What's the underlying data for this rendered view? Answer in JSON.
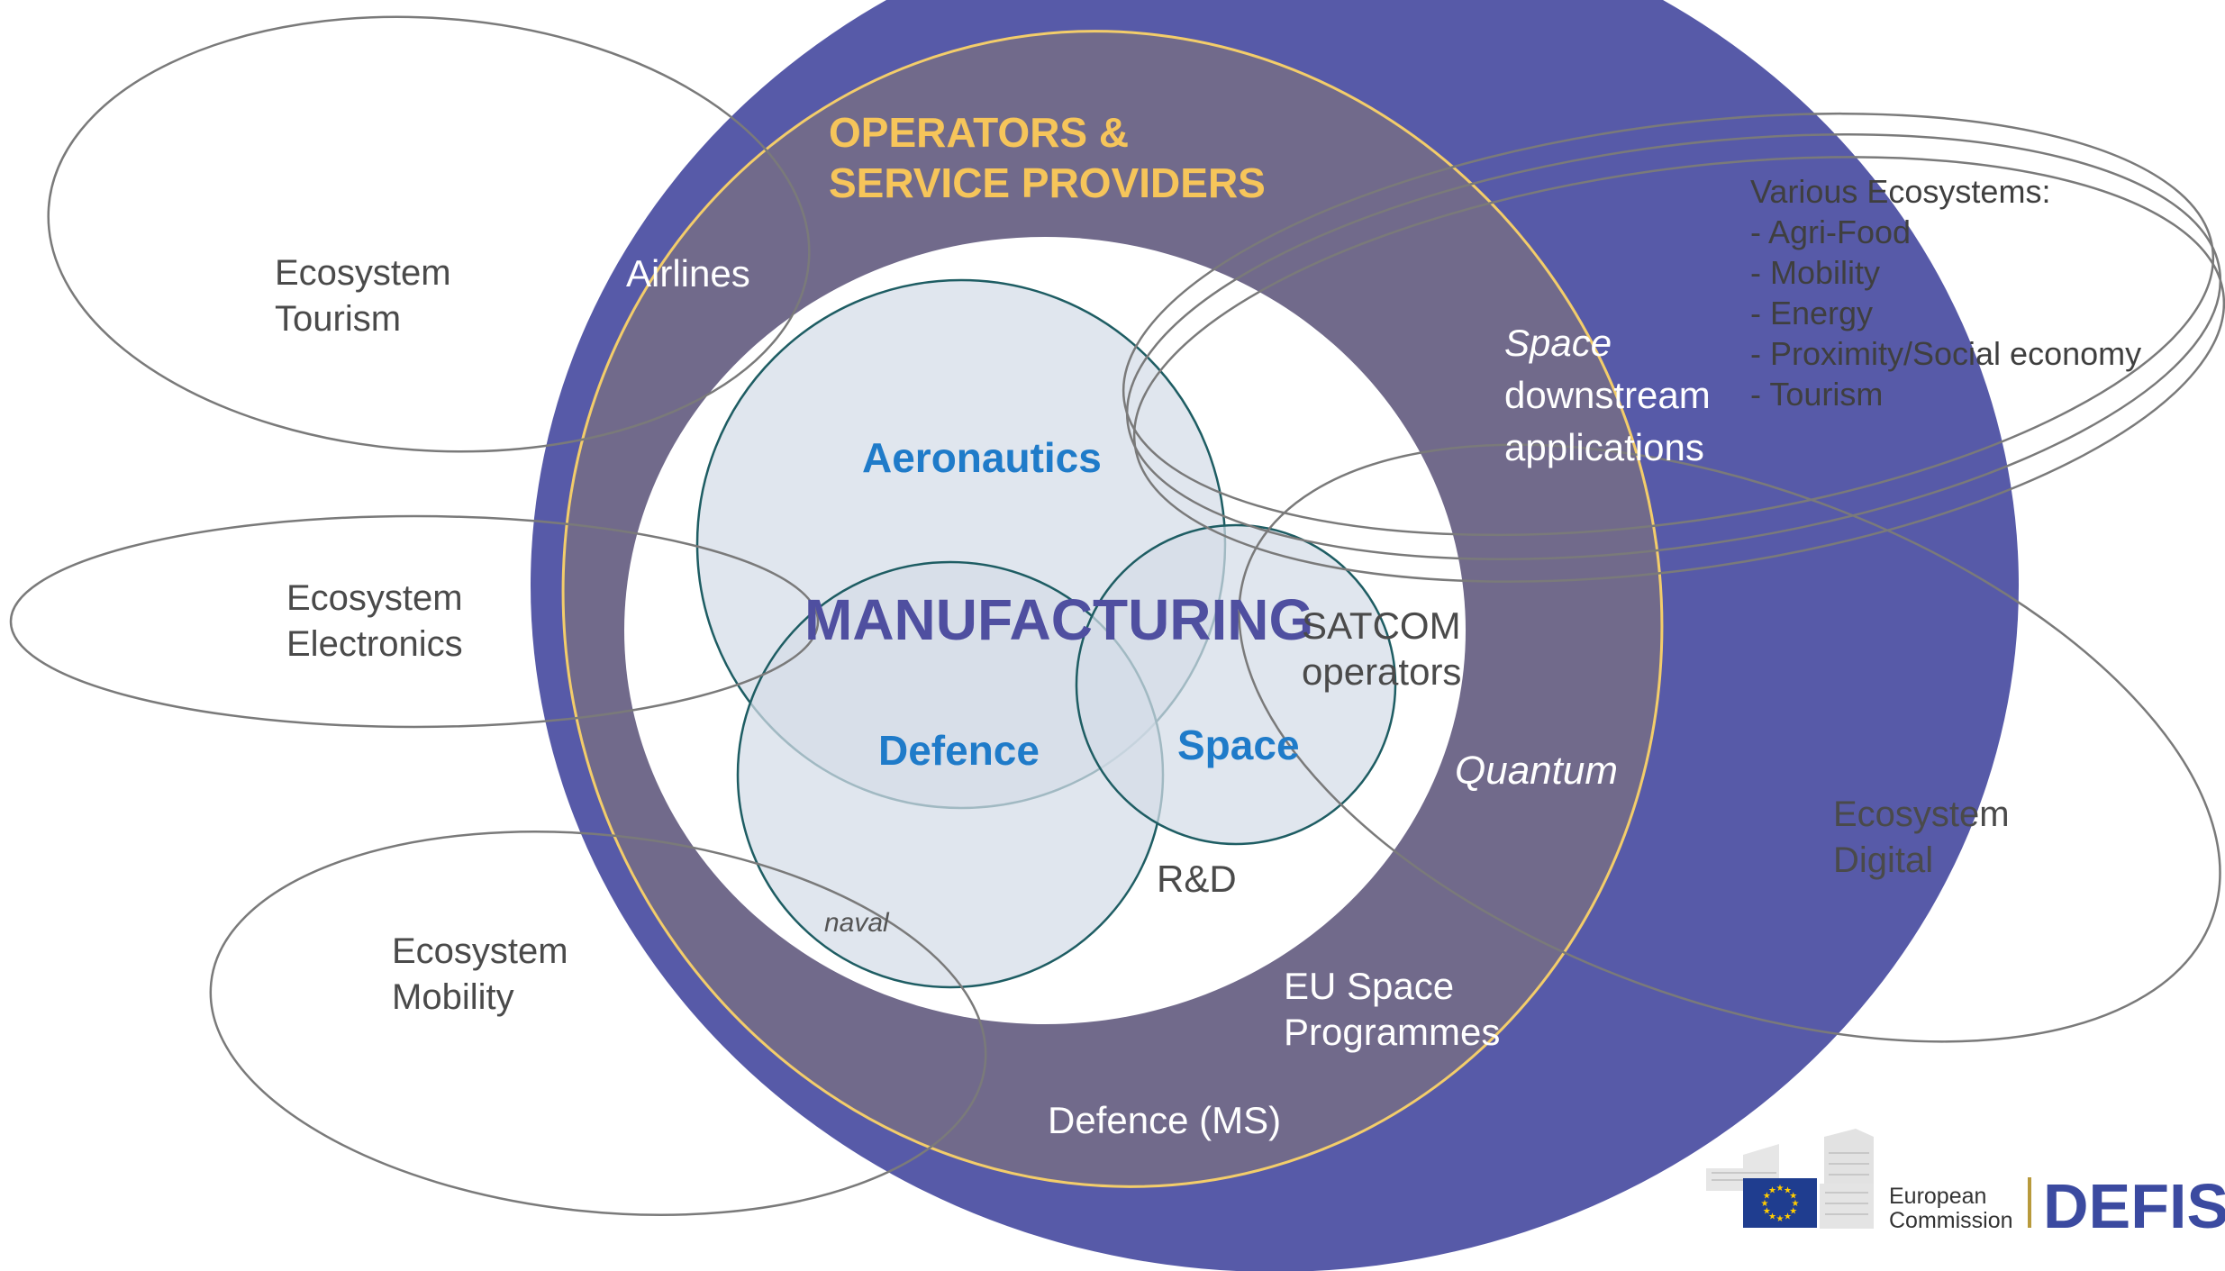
{
  "colors": {
    "outer_ring": "#575aa8",
    "operators_band": "#716a8b",
    "operators_border": "#f3cd6a",
    "operators_title": "#f6c55a",
    "manufacturing_circle": "#ffffff",
    "sector_fill": "#d4dde8",
    "sector_stroke": "#1e5d63",
    "sector_label": "#1f7bc9",
    "manufacturing_label": "#4f4fa0",
    "ecosystem_stroke": "#7a7a7a",
    "ecosystem_text": "#4a4a4a",
    "eu_flag": "#1f3d8f",
    "eu_stars": "#ffcc00",
    "defis": "#3b4aa0"
  },
  "ecosystems": {
    "tourism": [
      "Ecosystem",
      "Tourism"
    ],
    "electronics": [
      "Ecosystem",
      "Electronics"
    ],
    "mobility": [
      "Ecosystem",
      "Mobility"
    ],
    "digital": [
      "Ecosystem",
      "Digital"
    ],
    "various": {
      "title": "Various Ecosystems:",
      "items": [
        "- Agri-Food",
        "- Mobility",
        "- Energy",
        "- Proximity/Social economy",
        "- Tourism"
      ]
    }
  },
  "operators": {
    "title": [
      "OPERATORS &",
      "SERVICE PROVIDERS"
    ],
    "airlines": "Airlines",
    "space_downstream": [
      "Space",
      "downstream",
      "applications"
    ],
    "quantum": "Quantum",
    "eu_space": [
      "EU Space",
      "Programmes"
    ],
    "defence_ms": "Defence (MS)"
  },
  "core": {
    "manufacturing": "MANUFACTURING",
    "aeronautics": "Aeronautics",
    "defence": "Defence",
    "space": "Space",
    "satcom": [
      "SATCOM",
      "operators"
    ],
    "rnd": "R&D",
    "naval": "naval"
  },
  "logo": {
    "line1": "European",
    "line2": "Commission",
    "dg": "DEFIS"
  }
}
